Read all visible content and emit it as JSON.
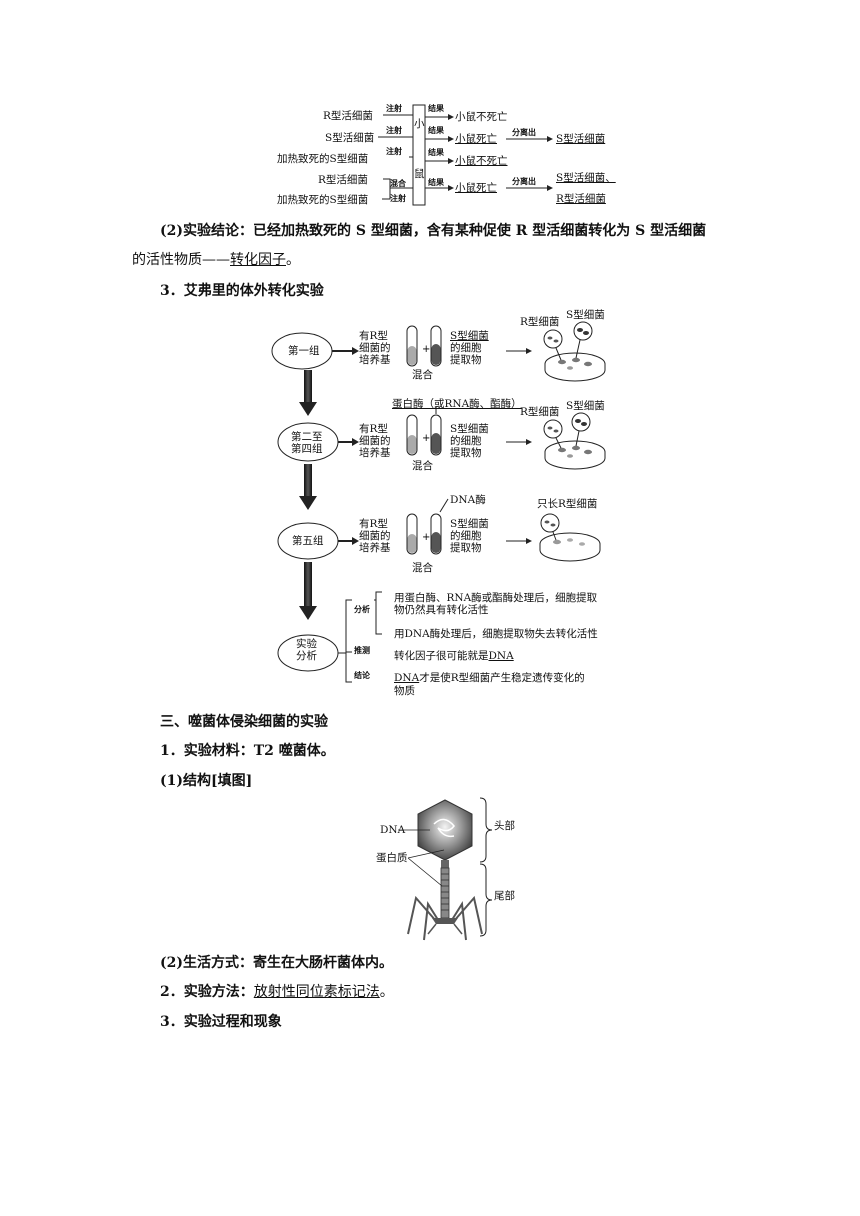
{
  "griffith": {
    "inputs": [
      "R型活细菌",
      "S型活细菌",
      "加热致死的S型细菌",
      "R型活细菌",
      "加热致死的S型细菌"
    ],
    "inject": "注射",
    "mix": "混合",
    "result": "结果",
    "mouse": [
      "小",
      "鼠"
    ],
    "outcomes": [
      "小鼠不死亡",
      "小鼠死亡",
      "小鼠不死亡",
      "小鼠死亡"
    ],
    "separate": "分离出",
    "isolated_1": "S型活细菌",
    "isolated_2a": "S型活细菌、",
    "isolated_2b": "R型活细菌"
  },
  "conclusion": {
    "prefix": "(2)实验结论：已经加热致死的 S 型细菌，含有某种促使 R 型活细菌转化为 S 型活细菌",
    "line2_prefix": "的活性物质——",
    "line2_underlined": "转化因子",
    "line2_suffix": "。"
  },
  "avery_heading": "3．艾弗里的体外转化实验",
  "avery": {
    "groups": [
      "第一组",
      "第二至\n第四组",
      "第五组"
    ],
    "group1": [
      "第一组"
    ],
    "group2": [
      "第二至",
      "第四组"
    ],
    "group3": [
      "第五组"
    ],
    "medium": [
      "有R型",
      "细菌的",
      "培养基"
    ],
    "extract": [
      "S型细菌",
      "的细胞",
      "提取物"
    ],
    "mix": "混合",
    "enzymes": "蛋白酶（或RNA酶、酯酶）",
    "dnase": "DNA酶",
    "r_bacteria": "R型细菌",
    "s_bacteria": "S型细菌",
    "only_r": "只长R型细菌",
    "analysis_box": [
      "实验",
      "分析"
    ],
    "analysis_label": "分析",
    "analysis_1": [
      "用蛋白酶、RNA酶或酯酶处理后，细胞提取",
      "物仍然具有转化活性"
    ],
    "analysis_2": "用DNA酶处理后，细胞提取物失去转化活性",
    "inference_label": "推测",
    "inference_prefix": "转化因子很可能就是",
    "inference_u": "DNA",
    "conclusion_label": "结论",
    "conclusion_u": "DNA",
    "conclusion_rest": "才是使R型细菌产生稳定遗传变化的",
    "conclusion_rest2": "物质"
  },
  "section3": {
    "title": "三、噬菌体侵染细菌的实验",
    "material": "1．实验材料：T2 噬菌体。",
    "structure": "(1)结构[填图]",
    "phage_labels": {
      "dna": "DNA",
      "protein": "蛋白质",
      "head": "头部",
      "tail": "尾部"
    },
    "lifestyle": "(2)生活方式：寄生在大肠杆菌体内。",
    "method_prefix": "2．实验方法：",
    "method_u": "放射性同位素标记法",
    "method_suffix": "。",
    "process": "3．实验过程和现象"
  }
}
